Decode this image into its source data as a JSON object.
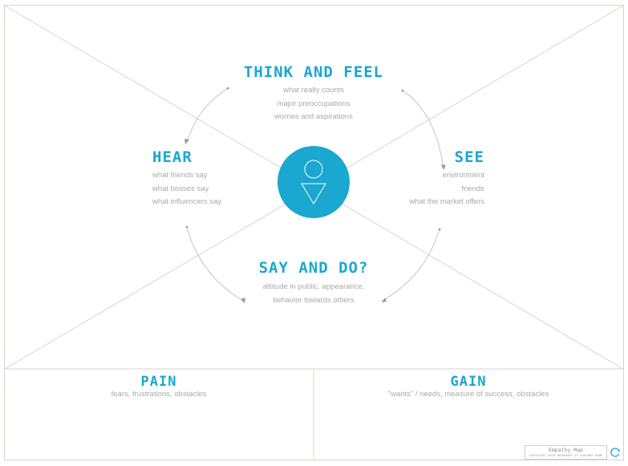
{
  "quadrants": {
    "think_feel": {
      "title": "THINK AND FEEL",
      "lines": [
        "what really counts",
        "major preoccupations",
        "worries and aspirations"
      ]
    },
    "hear": {
      "title": "HEAR",
      "lines": [
        "what friends say",
        "what bosses say",
        "what influencers say"
      ]
    },
    "see": {
      "title": "SEE",
      "lines": [
        "environment",
        "friends",
        "what the market offers"
      ]
    },
    "say_do": {
      "title": "SAY AND DO?",
      "lines": [
        "attitude in public, appearance,",
        "behavior towards others"
      ]
    }
  },
  "pain": {
    "title": "PAIN",
    "description": "fears, frustrations, obstacles"
  },
  "gain": {
    "title": "GAIN",
    "description": "\"wants\" / needs, measure of success, obstacles"
  },
  "footer": {
    "title": "Empathy Map",
    "copyright": "COPYRIGHT 2019 MEMEWORX OF PARTNER NAME"
  },
  "colors": {
    "accent": "#1aa7d0",
    "line": "#d9d4c8",
    "text_muted": "#a9a9a9"
  },
  "icons": {
    "center": "person-icon",
    "logo": "circular-arrows-icon"
  }
}
